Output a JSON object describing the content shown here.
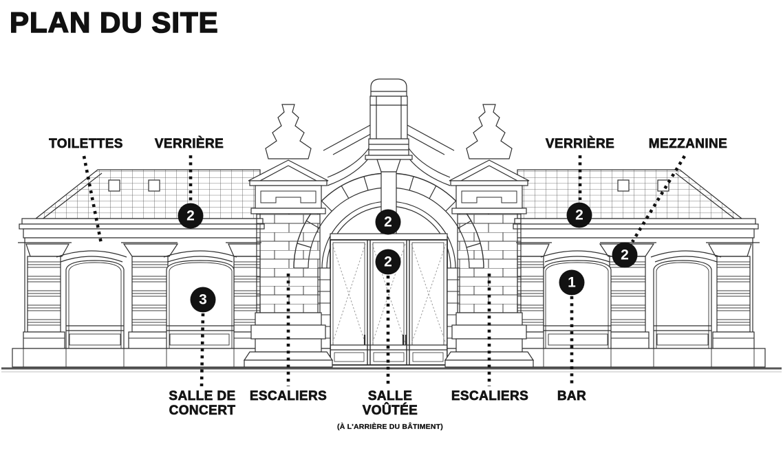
{
  "page": {
    "title": "PLAN DU SITE",
    "background": "#ffffff",
    "ink": "#111111",
    "drawing_line_color": "#2e2e2e",
    "marker_fill": "#121212",
    "marker_text_color": "#ffffff"
  },
  "labels": {
    "toilettes": "TOILETTES",
    "verriere_left": "VERRIÈRE",
    "verriere_right": "VERRIÈRE",
    "mezzanine": "MEZZANINE",
    "salle_de_concert": {
      "line1": "SALLE DE",
      "line2": "CONCERT"
    },
    "escaliers_left": "ESCALIERS",
    "salle_voutee": {
      "line1": "SALLE",
      "line2": "VOÛTÉE",
      "note": "(À L'ARRIÈRE DU BÂTIMENT)"
    },
    "escaliers_right": "ESCALIERS",
    "bar": "BAR"
  },
  "markers": {
    "left_roof_verriere": "2",
    "salle_de_concert": "3",
    "entrance_arch": "2",
    "salle_voutee": "2",
    "right_roof_verriere": "2",
    "mezzanine": "2",
    "bar": "1"
  }
}
